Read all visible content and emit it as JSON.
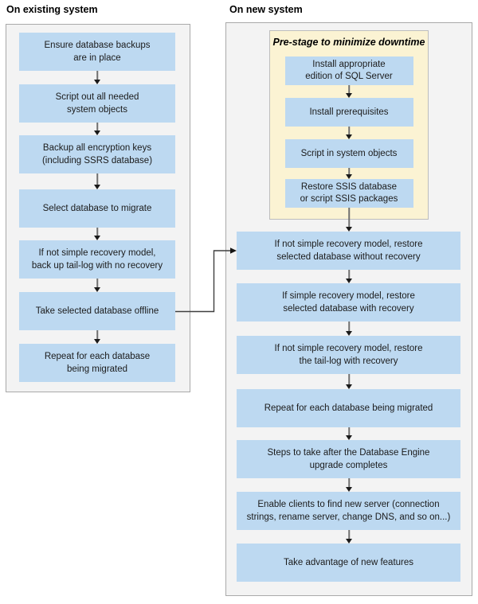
{
  "existing_system": {
    "title": "On existing system",
    "steps": [
      "Ensure database backups\nare in place",
      "Script out all needed\nsystem objects",
      "Backup all encryption keys\n(including SSRS database)",
      "Select database to migrate",
      "If not simple recovery model,\nback up tail-log with no recovery",
      "Take selected database offline",
      "Repeat for each database\nbeing migrated"
    ]
  },
  "new_system": {
    "title": "On new system",
    "prestage": {
      "title": "Pre-stage to minimize downtime",
      "steps": [
        "Install appropriate\nedition of SQL Server",
        "Install prerequisites",
        "Script in system objects",
        "Restore SSIS database\nor script SSIS packages"
      ]
    },
    "steps": [
      "If not simple recovery model, restore\nselected database without recovery",
      "If simple recovery model, restore\nselected database with recovery",
      "If not simple recovery model, restore\nthe tail-log with recovery",
      "Repeat for each database being migrated",
      "Steps to take after the Database Engine\nupgrade completes",
      "Enable clients to find new server (connection\nstrings, rename server, change DNS, and so on...)",
      "Take advantage of new features"
    ]
  },
  "colors": {
    "box_blue": "#BDD9F1",
    "prestage_yellow": "#FBF3D3",
    "panel_gray": "#F3F3F3",
    "panel_border": "#A9A9A9",
    "prestage_border": "#BDBDBD",
    "arrow_line": "#707070",
    "arrow_head": "#1A1A1A",
    "text": "#1B1B1B"
  }
}
